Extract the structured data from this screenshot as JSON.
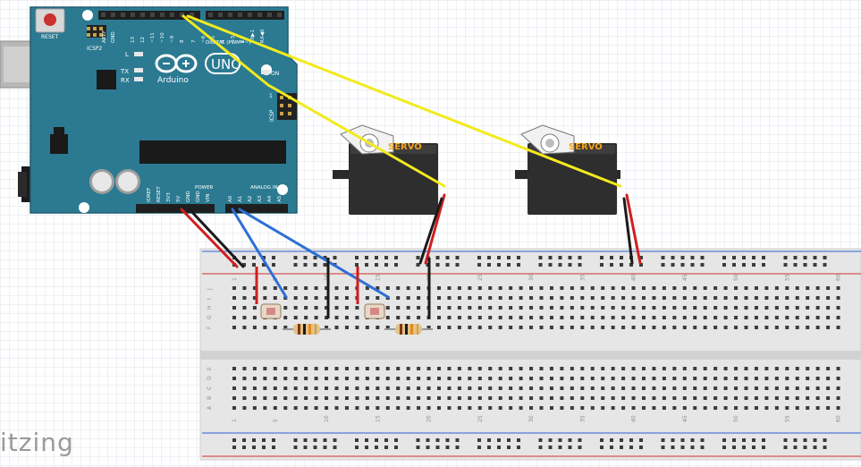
{
  "board": {
    "reset_label": "RESET",
    "icsp2_label": "ICSP2",
    "icsp_label": "ICSP",
    "aref_label": "AREF",
    "gnd_label": "GND",
    "digital_pins": [
      "13",
      "12",
      "~11",
      "~10",
      "~9",
      "8",
      "7",
      "~6",
      "~5",
      "4",
      "~3",
      "2",
      "TX▶1",
      "RX◀0"
    ],
    "digital_label": "DIGITAL (PWM=~)",
    "l_label": "L",
    "tx_label": "TX",
    "rx_label": "RX",
    "on_label": "ON",
    "uno_label": "UNO",
    "brand_label": "Arduino",
    "power_label": "POWER",
    "power_pins": [
      "IOREF",
      "RESET",
      "3V3",
      "5V",
      "GND",
      "GND",
      "VIN"
    ],
    "analog_label": "ANALOG IN",
    "analog_pins": [
      "A0",
      "A1",
      "A2",
      "A3",
      "A4",
      "A5"
    ],
    "icsp_pin_1": "1",
    "color": "#2b7a92"
  },
  "servos": [
    {
      "label": "SERVO"
    },
    {
      "label": "SERVO"
    }
  ],
  "breadboard": {
    "row_labels_top": [
      "J",
      "I",
      "H",
      "G",
      "F"
    ],
    "row_labels_bottom": [
      "E",
      "D",
      "C",
      "B",
      "A"
    ],
    "column_numbers": [
      "1",
      "5",
      "10",
      "15",
      "20",
      "25",
      "30",
      "35",
      "40",
      "45",
      "50",
      "55",
      "60"
    ]
  },
  "wire_colors": {
    "signal": "#f2ea1f",
    "power": "#d01f1f",
    "ground": "#1a1a1a",
    "analog": "#2c6fd6"
  },
  "footer": {
    "brand_text": "itzing"
  }
}
